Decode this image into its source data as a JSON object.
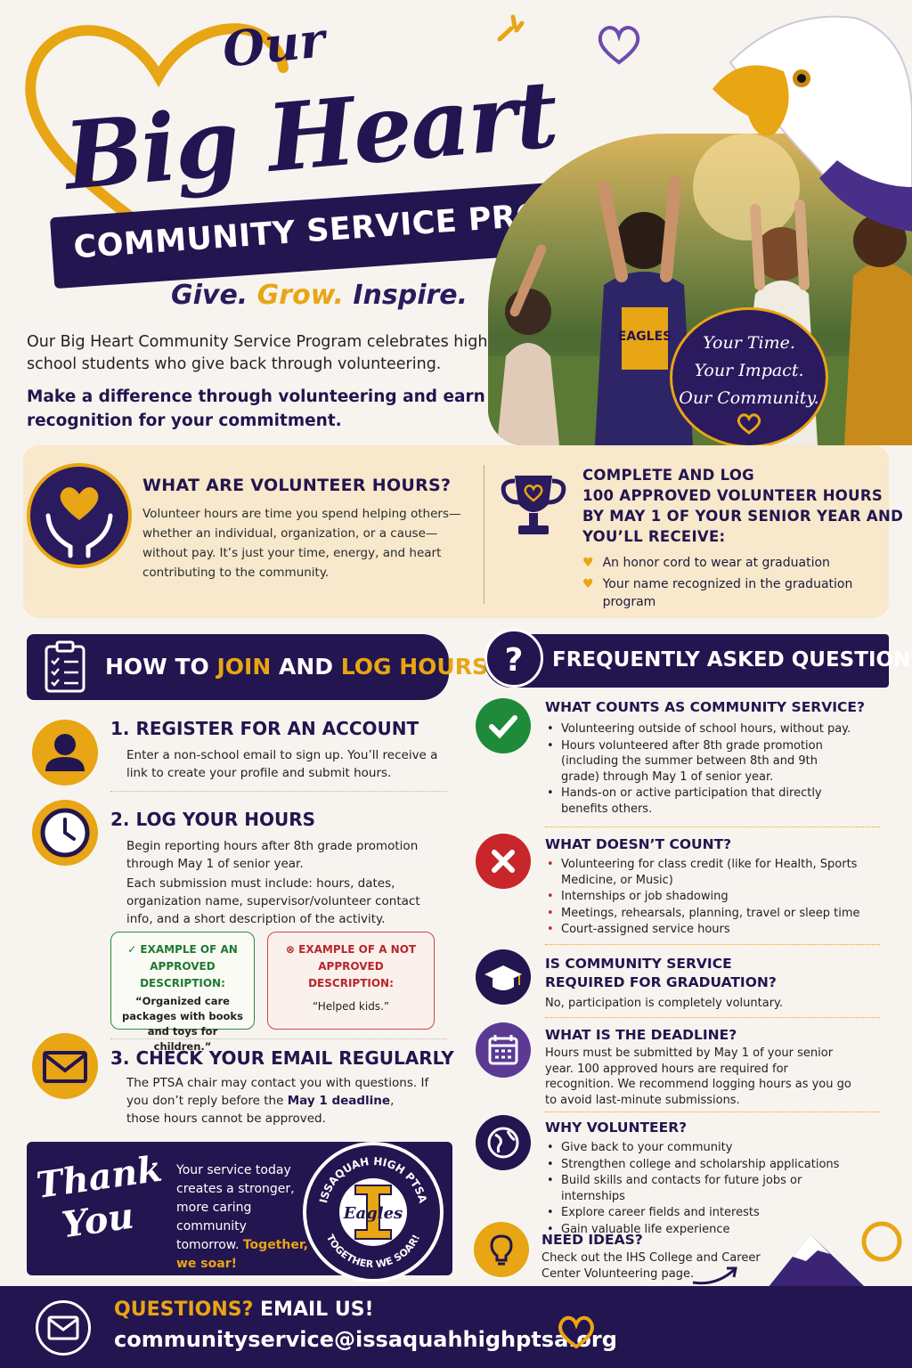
{
  "header": {
    "title_our": "Our",
    "title_big": "Big Heart",
    "banner": "COMMUNITY SERVICE PROGRAM",
    "tagline": {
      "give": "Give.",
      "grow": "Grow.",
      "inspire": "Inspire."
    },
    "intro": "Our Big Heart Community Service Program celebrates high school students who give back through volunteering.",
    "intro_bold": "Make a difference through volunteering and earn recognition for your commitment.",
    "shirt_text": "EAGLES",
    "badge": [
      "Your Time.",
      "Your Impact.",
      "Our Community."
    ]
  },
  "volunteer_hours": {
    "title": "WHAT ARE VOLUNTEER HOURS?",
    "body": "Volunteer hours are time you spend helping others—whether an individual, organization, or a cause—without pay. It’s just your time, energy, and heart contributing to the community."
  },
  "reward": {
    "title_lines": [
      "COMPLETE AND LOG",
      "100 APPROVED VOLUNTEER HOURS",
      "BY MAY 1 OF YOUR SENIOR YEAR AND",
      "YOU’LL RECEIVE:"
    ],
    "items": [
      "An honor cord to wear at graduation",
      "Your name recognized in the graduation program"
    ]
  },
  "join": {
    "title_parts": [
      "HOW TO",
      "JOIN",
      "AND",
      "LOG HOURS"
    ],
    "steps": [
      {
        "title": "1. REGISTER FOR AN ACCOUNT",
        "text": "Enter a non-school email to sign up. You’ll receive a link to create your profile and submit hours."
      },
      {
        "title": "2. LOG YOUR HOURS",
        "text": "Begin reporting hours after 8th grade promotion through May 1 of senior year.",
        "text2": "Each submission must include: hours, dates, organization name, supervisor/volunteer contact info, and a short description of the activity."
      },
      {
        "title": "3. CHECK YOUR EMAIL REGULARLY",
        "text_before": "The PTSA chair may contact you with questions. If you don’t reply before the",
        "text_bold": "May 1 deadline",
        "text_after": ", those hours cannot be approved."
      }
    ],
    "approved": {
      "title": "EXAMPLE OF AN APPROVED DESCRIPTION:",
      "text": "“Organized care packages with books and toys for children.”"
    },
    "not_approved": {
      "title": "EXAMPLE OF A NOT APPROVED DESCRIPTION:",
      "text": "“Helped kids.”"
    }
  },
  "faq": {
    "title": "FREQUENTLY ASKED QUESTIONS",
    "counts": {
      "title": "WHAT COUNTS AS COMMUNITY SERVICE?",
      "items": [
        "Volunteering outside of school hours, without pay.",
        "Hours volunteered after 8th grade promotion (including the summer between 8th and 9th grade) through May 1 of senior year.",
        "Hands-on or active participation that directly benefits others."
      ]
    },
    "doesnt": {
      "title": "WHAT DOESN’T COUNT?",
      "items": [
        "Volunteering for class credit (like for Health, Sports Medicine, or Music)",
        "Internships or job shadowing",
        "Meetings, rehearsals, planning, travel or sleep time",
        "Court-assigned service hours"
      ]
    },
    "required": {
      "title": "IS COMMUNITY SERVICE REQUIRED FOR GRADUATION?",
      "text": "No, participation is completely voluntary."
    },
    "deadline": {
      "title": "WHAT IS THE DEADLINE?",
      "text": "Hours must be submitted by May 1 of your senior year. 100 approved hours are required for recognition. We recommend logging hours as you go to avoid last-minute submissions."
    },
    "why": {
      "title": "WHY VOLUNTEER?",
      "items": [
        "Give back to your community",
        "Strengthen college and scholarship applications",
        "Build skills and contacts for future jobs or internships",
        "Explore career fields and interests",
        "Gain valuable life experience"
      ]
    },
    "ideas": {
      "title": "NEED IDEAS?",
      "text": "Check out the IHS College and Career Center Volunteering page."
    }
  },
  "thanks": {
    "title": [
      "Thank",
      "You"
    ],
    "body": "Your service today creates a stronger, more caring community tomorrow.",
    "body_gold": "Together, we soar!",
    "seal_top": "ISSAQUAH HIGH PTSA",
    "seal_bottom": "TOGETHER WE SOAR!",
    "seal_center": "Eagles"
  },
  "footer": {
    "questions": "QUESTIONS?",
    "email_us": "EMAIL US!",
    "email": "communityservice@issaquahhighptsa.org"
  },
  "colors": {
    "navy": "#23154f",
    "gold": "#e8a514",
    "green": "#1e8a3a",
    "red": "#c8262b",
    "cream": "#f8e8cc"
  }
}
